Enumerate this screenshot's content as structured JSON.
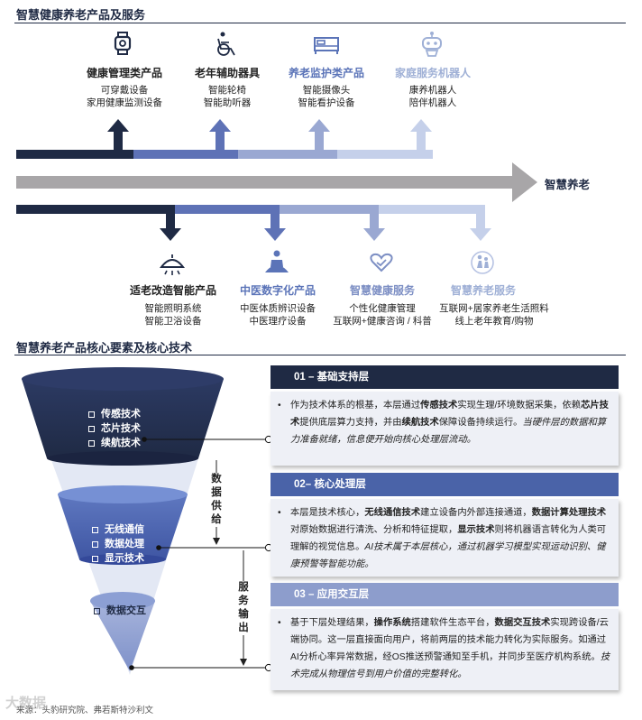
{
  "section1": {
    "title": "智慧健康养老产品及服务"
  },
  "center_label": "智慧养老",
  "top_categories": [
    {
      "icon": "smartwatch-icon",
      "title": "健康管理类产品",
      "color": "#1f2a44",
      "lines": [
        "可穿戴设备",
        "家用健康监测设备"
      ]
    },
    {
      "icon": "wheelchair-icon",
      "title": "老年辅助器具",
      "color": "#1f2a44",
      "lines": [
        "智能轮椅",
        "智能助听器"
      ]
    },
    {
      "icon": "bed-icon",
      "title": "养老监护类产品",
      "color": "#5b74b8",
      "lines": [
        "智能摄像头",
        "智能看护设备"
      ]
    },
    {
      "icon": "robot-icon",
      "title": "家庭服务机器人",
      "color": "#9fb0d6",
      "lines": [
        "康养机器人",
        "陪伴机器人"
      ]
    }
  ],
  "bottom_categories": [
    {
      "icon": "lamp-icon",
      "title": "适老改造智能产品",
      "color": "#1f2a44",
      "lines": [
        "智能照明系统",
        "智能卫浴设备"
      ]
    },
    {
      "icon": "meditation-icon",
      "title": "中医数字化产品",
      "color": "#5b74b8",
      "lines": [
        "中医体质辨识设备",
        "中医理疗设备"
      ]
    },
    {
      "icon": "heart-hands-icon",
      "title": "智慧健康服务",
      "color": "#7d8fc4",
      "lines": [
        "个性化健康管理",
        "互联网+健康咨询 / 科普"
      ]
    },
    {
      "icon": "elder-care-icon",
      "title": "智慧养老服务",
      "color": "#9fb0d6",
      "lines": [
        "互联网+居家养老生活照料",
        "线上老年教育/购物"
      ]
    }
  ],
  "section2": {
    "title": "智慧养老产品核心要素及核心技术"
  },
  "funnel": {
    "layer1": [
      "传感技术",
      "芯片技术",
      "续航技术"
    ],
    "layer2": [
      "无线通信",
      "数据处理",
      "显示技术"
    ],
    "layer3": [
      "数据交互"
    ],
    "arrow1_label": [
      "数",
      "据",
      "供",
      "给"
    ],
    "arrow2_label": [
      "服",
      "务",
      "输",
      "出"
    ]
  },
  "panels": [
    {
      "title": "01 – 基础支持层",
      "color": "#1f2a44",
      "segments": [
        {
          "t": "作为技术体系的根基，本层通过"
        },
        {
          "t": "传感技术",
          "b": true
        },
        {
          "t": "实现生理/环境数据采集，依赖"
        },
        {
          "t": "芯片技术",
          "b": true
        },
        {
          "t": "提供底层算力支持，并由"
        },
        {
          "t": "续航技术",
          "b": true
        },
        {
          "t": "保障设备持续运行。"
        },
        {
          "t": "当硬件层的数据和算力准备就绪，信息便开始向核心处理层流动。",
          "i": true
        }
      ]
    },
    {
      "title": "02– 核心处理层",
      "color": "#4a63a8",
      "segments": [
        {
          "t": "本层是技术核心，"
        },
        {
          "t": "无线通信技术",
          "b": true
        },
        {
          "t": "建立设备内外部连接通道，"
        },
        {
          "t": "数据计算处理技术",
          "b": true
        },
        {
          "t": "对原始数据进行清洗、分析和特征提取，"
        },
        {
          "t": "显示技术",
          "b": true
        },
        {
          "t": "则将机器语言转化为人类可理解的视觉信息。"
        },
        {
          "t": "AI技术属于本层核心，通过机器学习模型实现运动识别、健康预警等智能功能。",
          "i": true
        }
      ]
    },
    {
      "title": "03 – 应用交互层",
      "color": "#8d9dcc",
      "segments": [
        {
          "t": "基于下层处理结果，"
        },
        {
          "t": "操作系统",
          "b": true
        },
        {
          "t": "搭建软件生态平台，"
        },
        {
          "t": "数据交互技术",
          "b": true
        },
        {
          "t": "实现跨设备/云端协同。这一层直接面向用户，将前两层的技术能力转化为实际服务。如通过AI分析心率异常数据，经OS推送预警通知至手机，并同步至医疗机构系统。"
        },
        {
          "t": "技术完成从物理信号到用户价值的完整转化。",
          "i": true
        }
      ]
    }
  ],
  "source": "来源：头豹研究院、弗若斯特沙利文",
  "watermark": "大数据"
}
